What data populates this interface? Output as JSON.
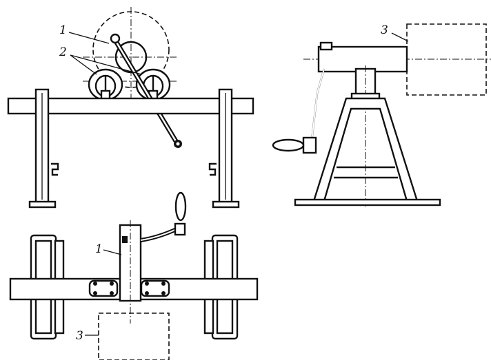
{
  "labels": {
    "front_part_1": "1",
    "front_part_2": "2",
    "side_part_3": "3",
    "top_part_1": "1",
    "top_part_3": "3"
  }
}
